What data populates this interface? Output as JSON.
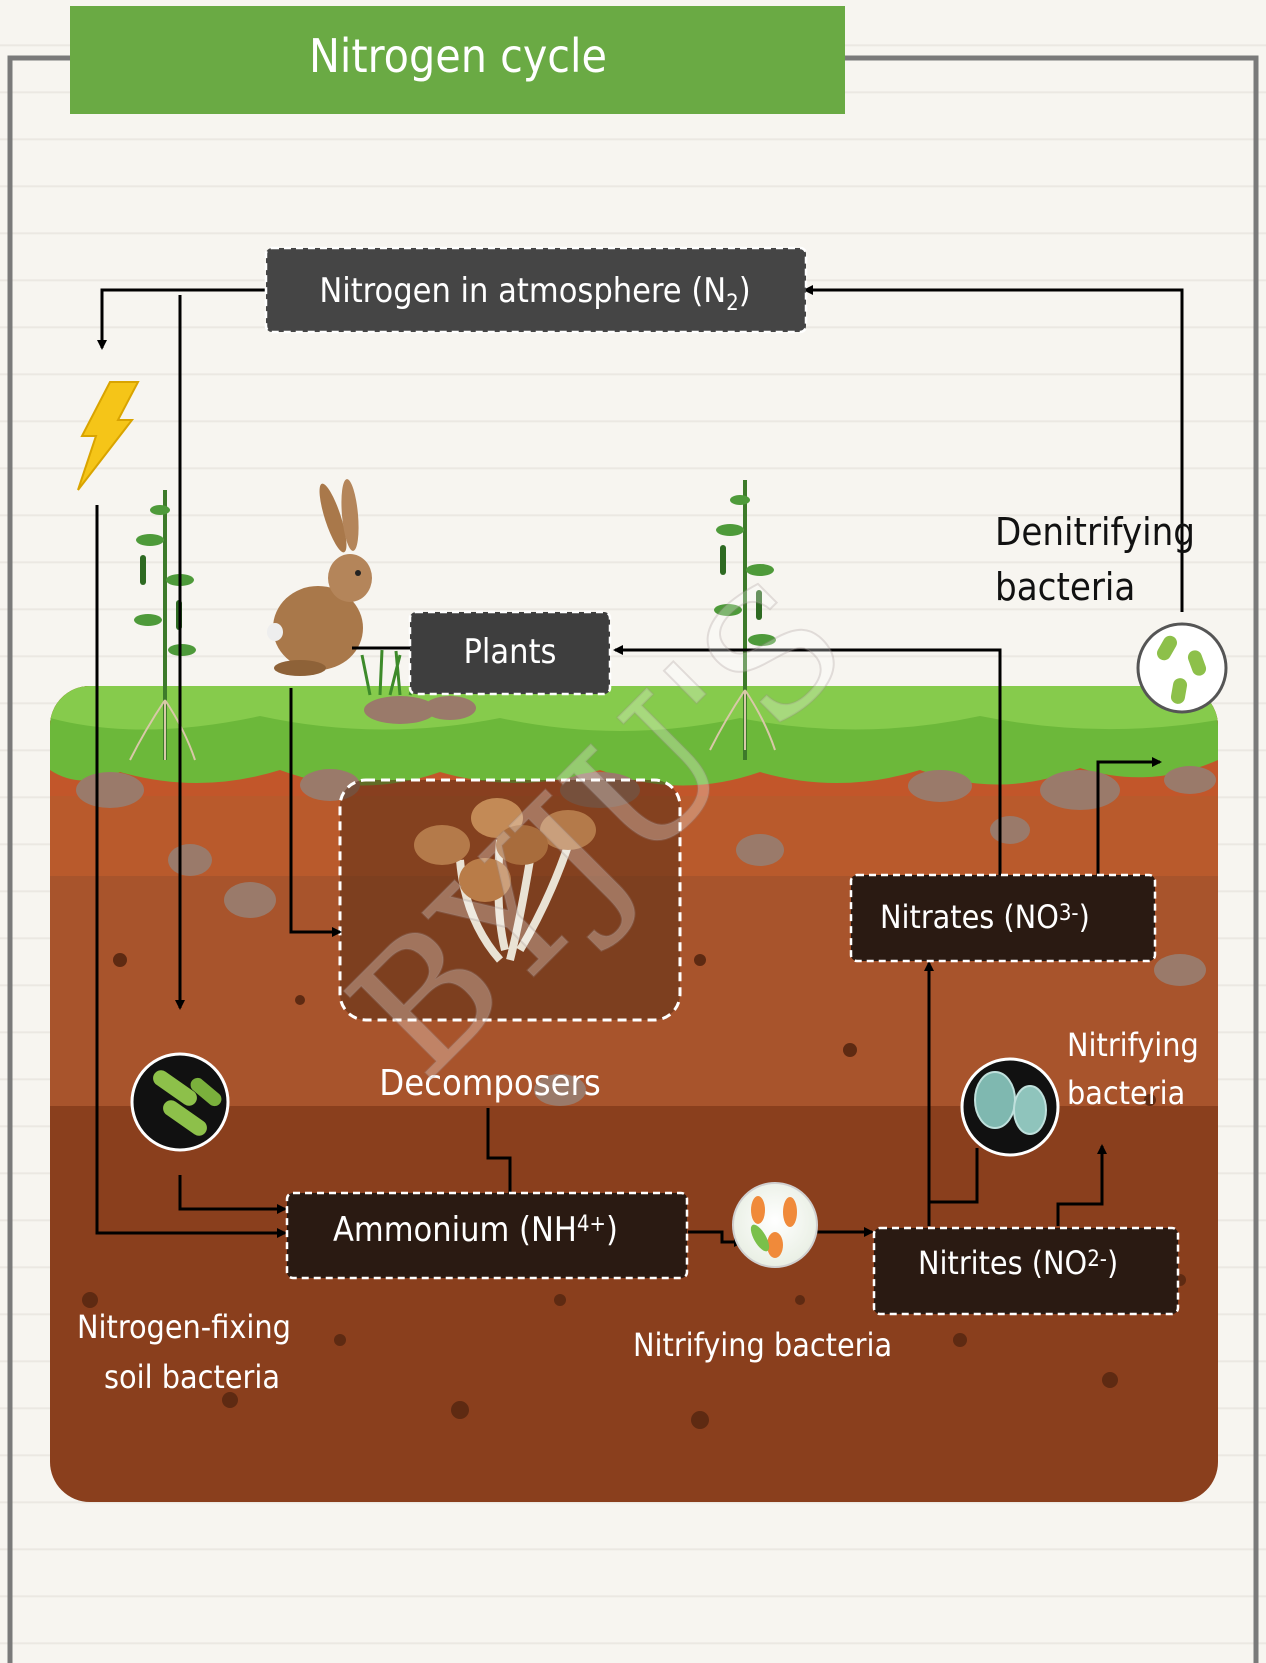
{
  "title": "Nitrogen cycle",
  "nodes": {
    "atmosphere": {
      "text": "Nitrogen in atmosphere (N",
      "sub": "2",
      "close": ")"
    },
    "plants": "Plants",
    "ammonium": {
      "text": "Ammonium (NH",
      "sup": "4+",
      "close": ")"
    },
    "nitrites": {
      "text": "Nitrites (NO",
      "sup": "2-",
      "close": ")"
    },
    "nitrates": {
      "text": "Nitrates (NO",
      "sup": "3-",
      "close": ")"
    }
  },
  "labels": {
    "denitrifying": [
      "Denitrifying",
      "bacteria"
    ],
    "decomposers": "Decomposers",
    "nitrogen_fixing": [
      "Nitrogen-fixing",
      "soil bacteria"
    ],
    "nitrifying_bottom": "Nitrifying bacteria",
    "nitrifying_right": [
      "Nitrifying",
      "bacteria"
    ]
  },
  "watermark": "BYJU'S",
  "colors": {
    "title_bar": "#6aaa44",
    "node_dark": "#454545",
    "node_soil": "#2a1a12",
    "grass": "#6cb83a",
    "soil_top": "#c2562a",
    "soil_mid": "#a8542c",
    "soil_deep": "#8a3f1d",
    "arrow": "#000000",
    "bolt": "#f5c518"
  },
  "icons": [
    "lightning-bolt-icon",
    "rabbit-icon",
    "pea-plant-icon",
    "mushroom-icon",
    "bacteria-icon"
  ]
}
